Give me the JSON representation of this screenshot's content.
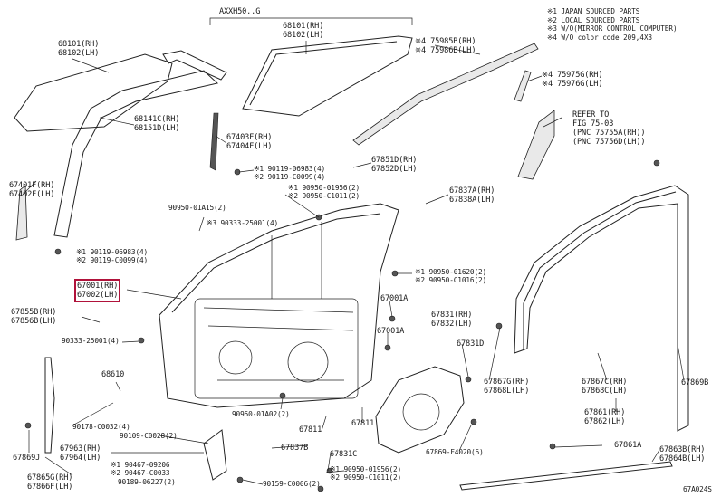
{
  "notes": {
    "n1": "※1  JAPAN SOURCED PARTS",
    "n2": "※2  LOCAL SOURCED PARTS",
    "n3": "※3  W/O(MIRROR CONTROL COMPUTER)",
    "n4": "※4  W/O color code 209,4X3"
  },
  "footer_code": "67A024S",
  "labels": {
    "axxh": "AXXH50..G",
    "p68101_top": [
      "68101(RH)",
      "68102(LH)"
    ],
    "p68101_left": [
      "68101(RH)",
      "68102(LH)"
    ],
    "p75985": [
      "※4 75985B(RH)",
      "※4 75986B(LH)"
    ],
    "p75975": [
      "※4 75975G(RH)",
      "※4 75976G(LH)"
    ],
    "refer": [
      "REFER TO",
      "FIG 75-03",
      "(PNC 75755A(RH))",
      "(PNC 75756D(LH))"
    ],
    "p68141": [
      "68141C(RH)",
      "68151D(LH)"
    ],
    "p67403": [
      "67403F(RH)",
      "67404F(LH)"
    ],
    "p67401": [
      "67401F(RH)",
      "67402F(LH)"
    ],
    "p90119a": [
      "※1 90119-06983(4)",
      "※2 90119-C0099(4)"
    ],
    "p67851": [
      "67851D(RH)",
      "67852D(LH)"
    ],
    "p90950a": [
      "※1 90950-01956(2)",
      "※2 90950-C1011(2)"
    ],
    "p67837": [
      "67837A(RH)",
      "67838A(LH)"
    ],
    "p90950b": "90950-01A15(2)",
    "p90333a": "※3 90333-25001(4)",
    "p90119b": [
      "※1 90119-06983(4)",
      "※2 90119-C0099(4)"
    ],
    "p67001": [
      "67001(RH)",
      "67002(LH)"
    ],
    "p90950c": [
      "※1 90950-01620(2)",
      "※2 90950-C1016(2)"
    ],
    "p67855": [
      "67855B(RH)",
      "67856B(LH)"
    ],
    "p67001a_1": "67001A",
    "p67831": [
      "67831(RH)",
      "67832(LH)"
    ],
    "p90333b": "90333-25001(4)",
    "p67001a_2": "67001A",
    "p67831d": "67831D",
    "p68610": "68610",
    "p67867g": [
      "67867G(RH)",
      "67868L(LH)"
    ],
    "p67867c": [
      "67867C(RH)",
      "67868C(LH)"
    ],
    "p67869b": "67869B",
    "p90950d": "90950-01A02(2)",
    "p90178": "90178-C0032(4)",
    "p67811a": "67811",
    "p67811b": "67811",
    "p67861": [
      "67861(RH)",
      "67862(LH)"
    ],
    "p90109": "90109-C0028(2)",
    "p67837b": "67837B",
    "p67869f": "67869-F4020(6)",
    "p67869j": "67869J",
    "p67963": [
      "67963(RH)",
      "67964(LH)"
    ],
    "p90467": [
      "※1 90467-09206",
      "※2 90467-C0033"
    ],
    "p90189": "90189-06227(2)",
    "p67831c": "67831C",
    "p90950e": [
      "※1 90950-01956(2)",
      "※2 90950-C1011(2)"
    ],
    "p67861a": "67861A",
    "p67863": [
      "67863B(RH)",
      "67864B(LH)"
    ],
    "p67865": [
      "67865G(RH)",
      "67866F(LH)"
    ],
    "p90159": "90159-C0006(2)"
  }
}
